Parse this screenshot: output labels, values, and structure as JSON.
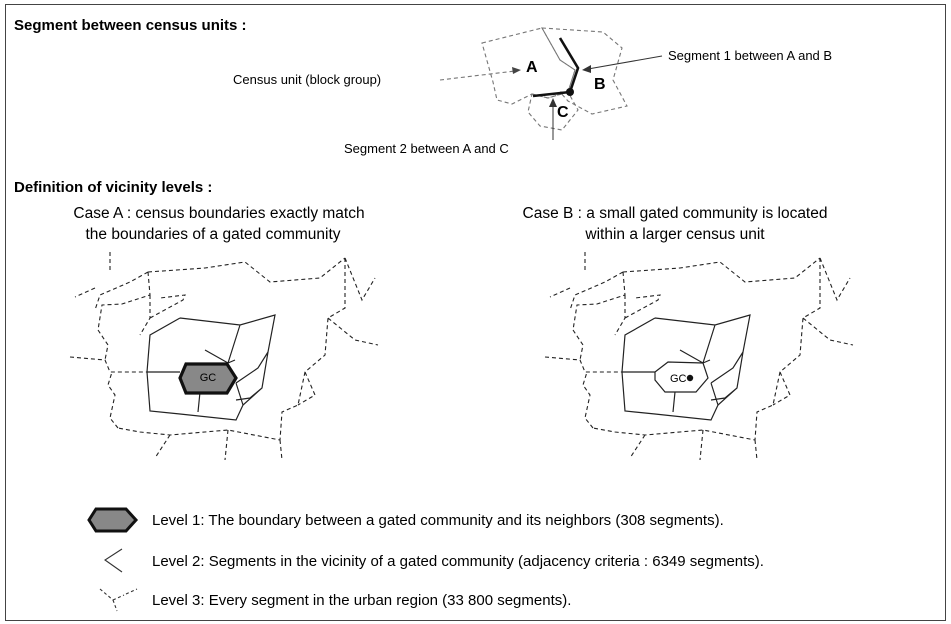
{
  "section1": {
    "title": "Segment between census units :",
    "census_unit_label": "Census unit (block group)",
    "segment1_label": "Segment 1 between A and B",
    "segment2_label": "Segment 2 between A and C",
    "unit_a": "A",
    "unit_b": "B",
    "unit_c": "C"
  },
  "section2": {
    "title": "Definition of vicinity levels :",
    "case_a_line1": "Case A : census boundaries exactly match",
    "case_a_line2": "the boundaries of a gated community",
    "case_b_line1": "Case B : a small gated community is located",
    "case_b_line2": "within a larger census unit",
    "gc_label": "GC"
  },
  "legend": {
    "level1": "Level 1: The boundary between a gated community and its neighbors (308 segments).",
    "level2": "Level 2: Segments in the vicinity of a gated community (adjacency criteria : 6349 segments).",
    "level3": "Level 3: Every segment in the urban region (33 800 segments)."
  },
  "colors": {
    "gc_fill": "#888888",
    "line": "#222222",
    "frame": "#444444"
  }
}
